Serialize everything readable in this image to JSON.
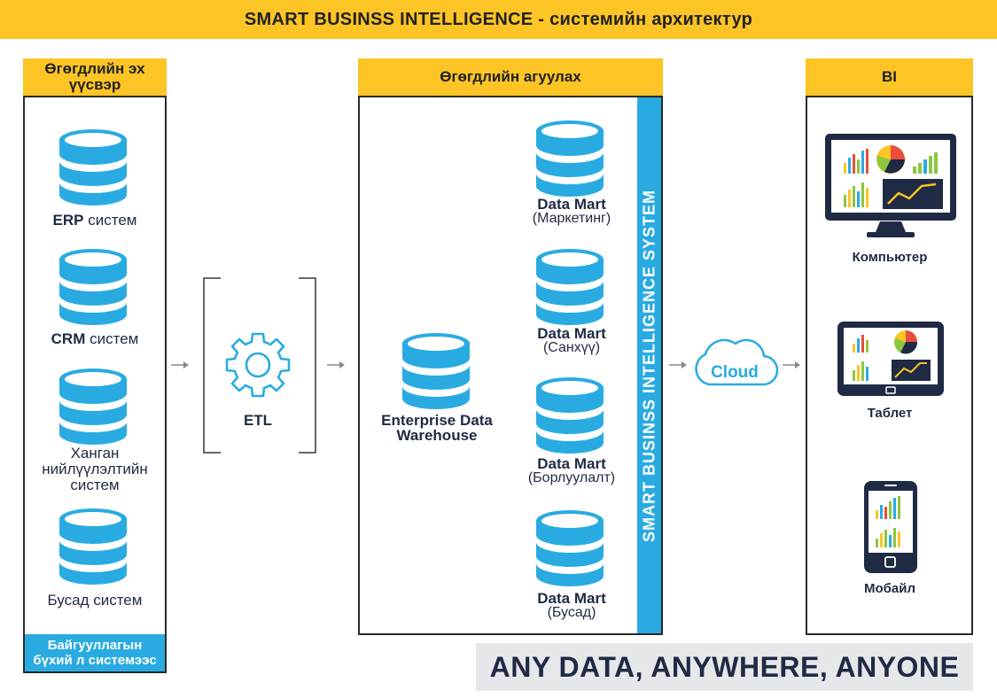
{
  "title": "SMART BUSINSS INTELLIGENCE - системийн архитектур",
  "sources": {
    "header": "Өгөгдлийн эх үүсвэр",
    "items": [
      {
        "bold": "ERP",
        "rest": " систем"
      },
      {
        "bold": "CRM",
        "rest": " систем"
      },
      {
        "bold": "",
        "rest": "Ханган нийлүүлэлтийн систем"
      },
      {
        "bold": "",
        "rest": "Бусад систем"
      }
    ],
    "footer": "Байгууллагын бүхий л системээс"
  },
  "etl": {
    "label": "ETL",
    "icon": "gear-icon"
  },
  "warehouse": {
    "header": "Өгөгдлийн агуулах",
    "edw_label": "Enterprise Data Warehouse",
    "marts": [
      {
        "title": "Data Mart",
        "sub": "(Маркетинг)"
      },
      {
        "title": "Data Mart",
        "sub": "(Санхүү)"
      },
      {
        "title": "Data Mart",
        "sub": "(Борлуулалт)"
      },
      {
        "title": "Data Mart",
        "sub": "(Бусад)"
      }
    ],
    "vertical_label": "SMART BUSINSS INTELLIGENCE SYSTEM"
  },
  "cloud": {
    "label": "Cloud"
  },
  "bi": {
    "header": "BI",
    "devices": [
      {
        "label": "Компьютер",
        "icon": "monitor-icon"
      },
      {
        "label": "Таблет",
        "icon": "tablet-icon"
      },
      {
        "label": "Мобайл",
        "icon": "phone-icon"
      }
    ]
  },
  "slogan": "ANY DATA, ANYWHERE, ANYONE",
  "colors": {
    "yellow": "#fcc425",
    "blue": "#29abe2",
    "navy": "#1f2a44",
    "slogan_bg": "#e6e7e9"
  }
}
